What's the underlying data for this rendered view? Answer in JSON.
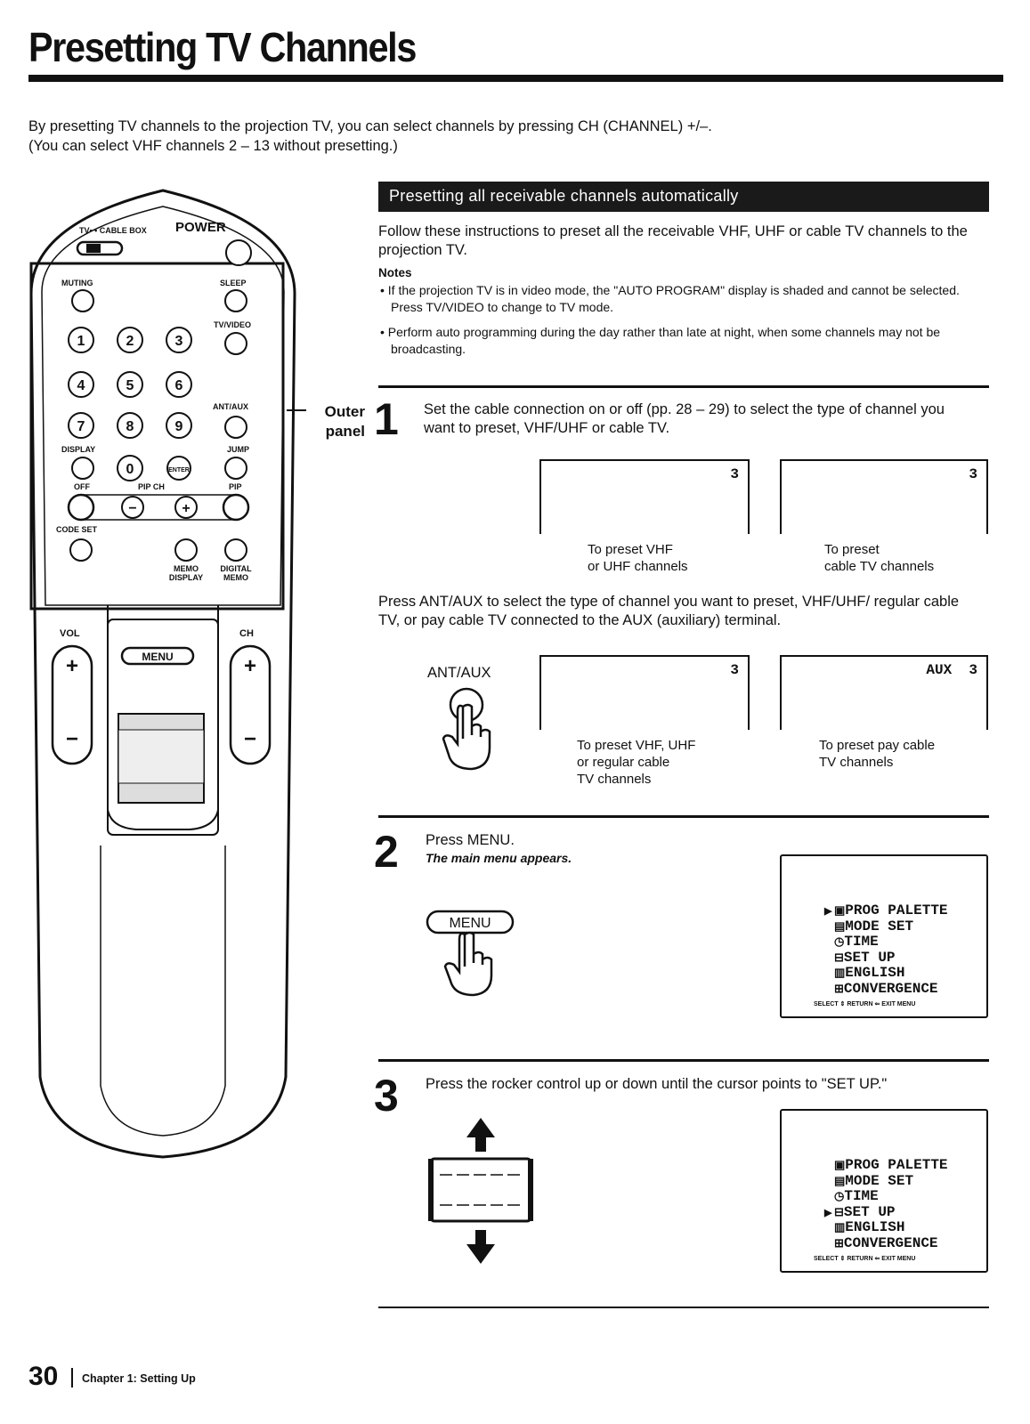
{
  "title": "Presetting TV Channels",
  "intro": {
    "line1": "By presetting TV channels to the projection TV, you can select channels by pressing CH (CHANNEL) +/–.",
    "line2": "(You can select VHF channels 2 – 13 without presetting.)"
  },
  "remote": {
    "switch_label": "TV• • CABLE BOX",
    "power": "POWER",
    "muting": "MUTING",
    "sleep": "SLEEP",
    "tv_video": "TV/VIDEO",
    "digits": [
      "1",
      "2",
      "3",
      "4",
      "5",
      "6",
      "7",
      "8",
      "9",
      "0"
    ],
    "ant_aux": "ANT/AUX",
    "display": "DISPLAY",
    "jump": "JUMP",
    "enter": "ENTER",
    "off": "OFF",
    "pip_ch": "PIP CH",
    "pip": "PIP",
    "minus": "−",
    "plus": "+",
    "code_set": "CODE SET",
    "memo_display_1": "MEMO",
    "memo_display_2": "DISPLAY",
    "digital_memo_1": "DIGITAL",
    "digital_memo_2": "MEMO",
    "vol": "VOL",
    "ch": "CH",
    "menu": "MENU",
    "rocker_plus": "+",
    "rocker_minus": "−",
    "outer_panel_1": "Outer",
    "outer_panel_2": "panel"
  },
  "section": {
    "header": "Presetting all receivable channels automatically",
    "follow": "Follow these instructions to preset all the receivable VHF, UHF or cable TV channels to the projection TV.",
    "notes_heading": "Notes",
    "notes": [
      "If the projection TV is in video mode, the \"AUTO PROGRAM\" display is shaded and cannot be selected. Press TV/VIDEO to change to TV mode.",
      "Perform auto programming during the day rather than late at night, when some channels may not be broadcasting."
    ]
  },
  "step1": {
    "number": "1",
    "text": "Set the cable connection on or off (pp. 28 – 29) to select the type of channel you want to preset, VHF/UHF or cable TV.",
    "screen_a_num": "3",
    "screen_a_caption_1": "To preset VHF",
    "screen_a_caption_2": "or UHF channels",
    "screen_b_num": "3",
    "screen_b_caption_1": "To preset",
    "screen_b_caption_2": "cable TV channels",
    "press_text": "Press ANT/AUX to select the type of channel you want to preset, VHF/UHF/ regular cable TV, or pay cable TV connected to the AUX (auxiliary) terminal.",
    "ant_aux_label": "ANT/AUX",
    "screen_c_num": "3",
    "screen_c_caption_1": "To preset VHF, UHF",
    "screen_c_caption_2": "or regular cable",
    "screen_c_caption_3": "TV channels",
    "screen_d_num": "AUX  3",
    "screen_d_caption_1": "To preset pay cable",
    "screen_d_caption_2": "TV channels"
  },
  "step2": {
    "number": "2",
    "text": "Press MENU.",
    "subtext": "The main menu appears.",
    "menu_button": "MENU"
  },
  "step3": {
    "number": "3",
    "text": "Press the rocker control up or down until the cursor points to \"SET UP.\""
  },
  "menu_items": [
    "PROG PALETTE",
    "MODE SET",
    "TIME",
    "SET UP",
    "ENGLISH",
    "CONVERGENCE"
  ],
  "menu_footer": "SELECT ⇕  RETURN ⇐  EXIT MENU",
  "footer": {
    "page": "30",
    "chapter": "Chapter 1: Setting Up"
  }
}
